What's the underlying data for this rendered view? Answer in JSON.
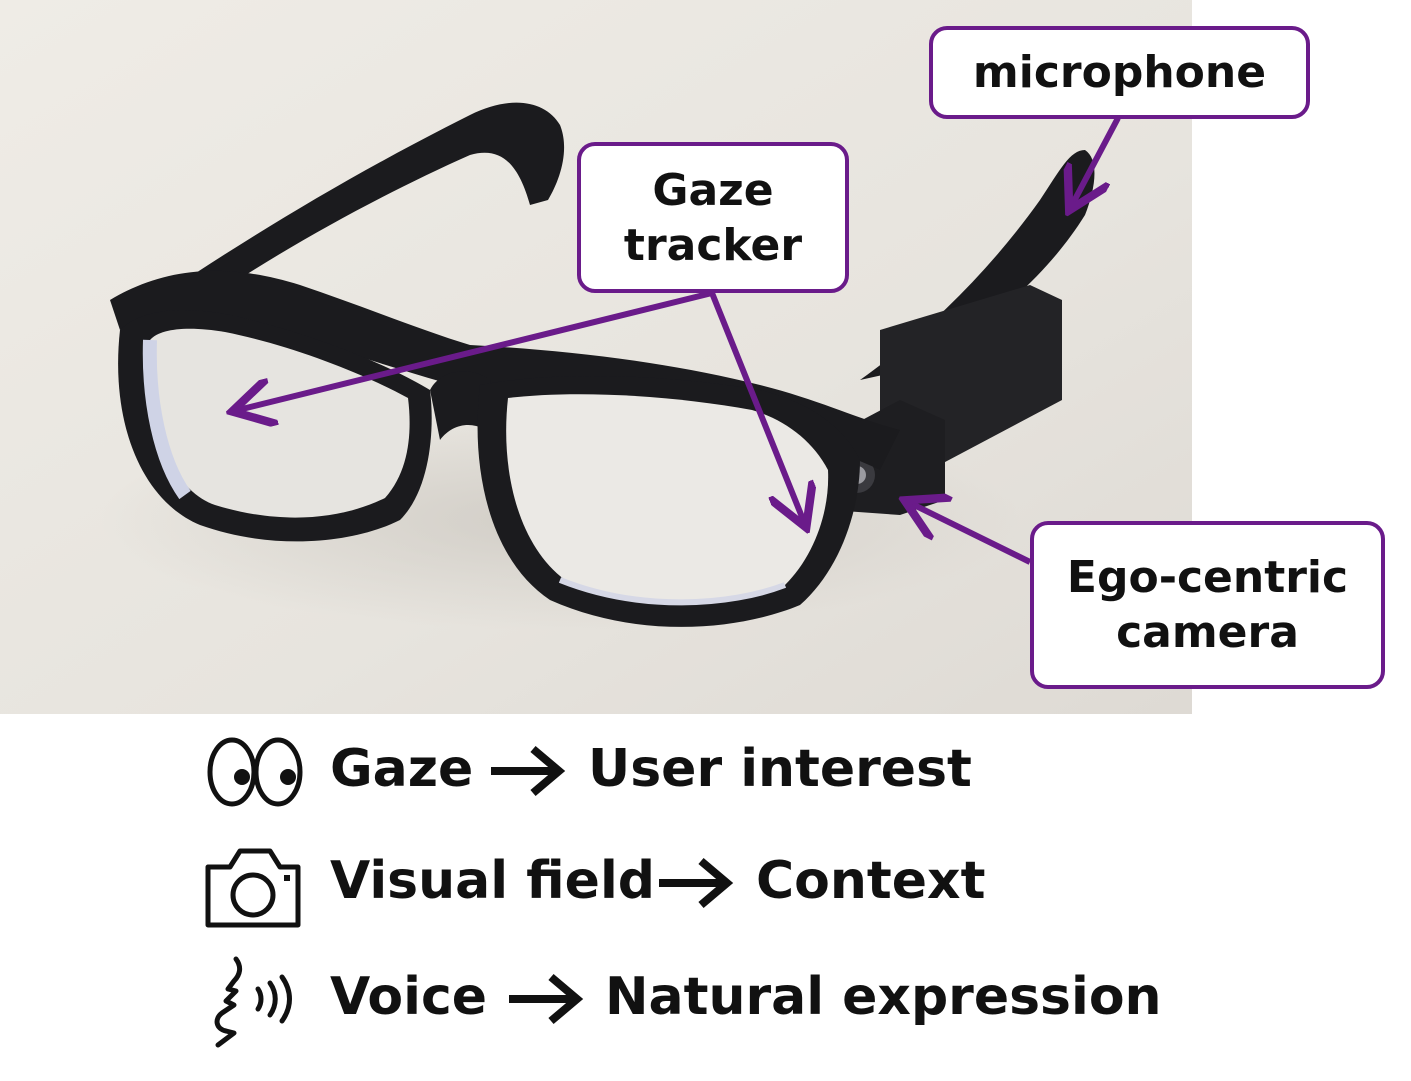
{
  "callouts": {
    "microphone": "microphone",
    "gaze_tracker": "Gaze\ntracker",
    "camera": "Ego-centric\ncamera"
  },
  "legend": [
    {
      "icon": "eyes-icon",
      "from": "Gaze",
      "to": "User interest"
    },
    {
      "icon": "camera-icon",
      "from": "Visual field",
      "to": "Context"
    },
    {
      "icon": "speaking-head-icon",
      "from": "Voice",
      "to": "Natural expression"
    }
  ],
  "colors": {
    "accent": "#6a1b8a",
    "frame": "#1b1b1e",
    "background_wall": "#e9e7e2"
  }
}
